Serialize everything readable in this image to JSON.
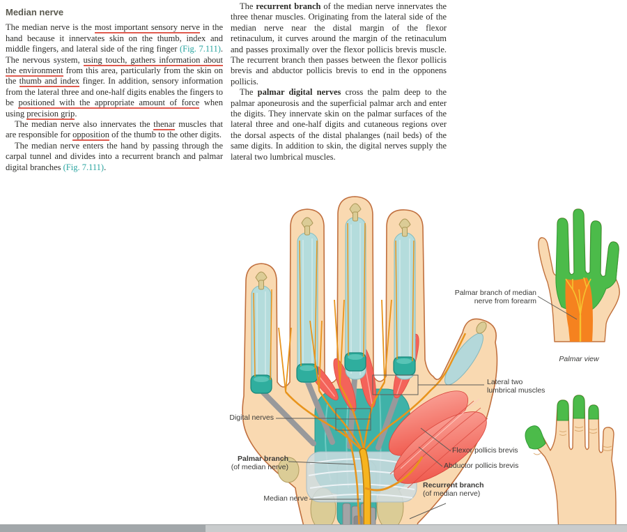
{
  "article": {
    "heading": "Median nerve",
    "left_paragraphs": [
      [
        {
          "t": "The median nerve is the "
        },
        {
          "t": "most important sensory nerve",
          "u": true
        },
        {
          "t": " in the hand because it innervates skin on the thumb, index and middle fingers, and lateral side of the ring finger "
        },
        {
          "t": "(Fig. 7.111)",
          "f": true
        },
        {
          "t": ". The nervous system, "
        },
        {
          "t": "using touch, gathers information about the environment",
          "u": true
        },
        {
          "t": " from this area, particularly from the skin on the "
        },
        {
          "t": "thumb and index",
          "u": true
        },
        {
          "t": " finger. In addition, sensory information from the lateral three and one-half digits enables the fingers to be "
        },
        {
          "t": "positioned with the appropriate amount of force",
          "u": true
        },
        {
          "t": " when using "
        },
        {
          "t": "precision grip",
          "u": true
        },
        {
          "t": "."
        }
      ],
      [
        {
          "t": "The median nerve also innervates the "
        },
        {
          "t": "thenar",
          "u": true
        },
        {
          "t": " muscles that are responsible for "
        },
        {
          "t": "opposition",
          "u": true
        },
        {
          "t": " of the thumb to the other digits."
        }
      ],
      [
        {
          "t": "The median nerve enters the hand by passing through the carpal tunnel and divides into a recurrent branch and palmar digital branches "
        },
        {
          "t": "(Fig. 7.111)",
          "f": true
        },
        {
          "t": "."
        }
      ]
    ],
    "right_paragraphs": [
      [
        {
          "t": "The "
        },
        {
          "t": "recurrent branch",
          "b": true
        },
        {
          "t": " of the median nerve innervates the three thenar muscles. Originating from the lateral side of the median nerve near the distal margin of the flexor retinaculum, it curves around the margin of the retinaculum and passes proximally over the flexor pollicis brevis muscle. The recurrent branch then passes between the flexor pollicis brevis and abductor pollicis brevis to end in the opponens pollicis."
        }
      ],
      [
        {
          "t": "The "
        },
        {
          "t": "palmar digital nerves",
          "b": true
        },
        {
          "t": " cross the palm deep to the palmar aponeurosis and the superficial palmar arch and enter the digits. They innervate skin on the palmar surfaces of the lateral three and one-half digits and cutaneous regions over the dorsal aspects of the distal phalanges (nail beds) of the same digits. In addition to skin, the digital nerves supply the lateral two lumbrical muscles."
        }
      ]
    ]
  },
  "figure": {
    "labels": {
      "digital_nerves": "Digital nerves",
      "palmar_branch": "Palmar branch",
      "palmar_branch_sub": "(of median nerve)",
      "median_nerve": "Median nerve",
      "lateral_two_1": "Lateral two",
      "lateral_two_2": "lumbrical muscles",
      "flexor_pollicis_brevis": "Flexor pollicis brevis",
      "abductor_pollicis_brevis": "Abductor pollicis brevis",
      "recurrent_branch": "Recurrent branch",
      "recurrent_branch_sub": "(of median nerve)",
      "palmar_branch_forearm_1": "Palmar branch of median",
      "palmar_branch_forearm_2": "nerve from forearm",
      "palmar_view": "Palmar view"
    },
    "colors": {
      "nerve_yellow": "#f6b41f",
      "nerve_orange": "#e8941c",
      "muscle_red": "#f2564b",
      "tendon_teal": "#3fb2a8",
      "sheath_teal": "#b4dcdc",
      "skin": "#f9d9b1",
      "green_distribution": "#4cbb4a",
      "orange_distribution": "#f5821f",
      "underline_red": "#e05a4e",
      "figref_teal": "#2aa5a0"
    }
  }
}
